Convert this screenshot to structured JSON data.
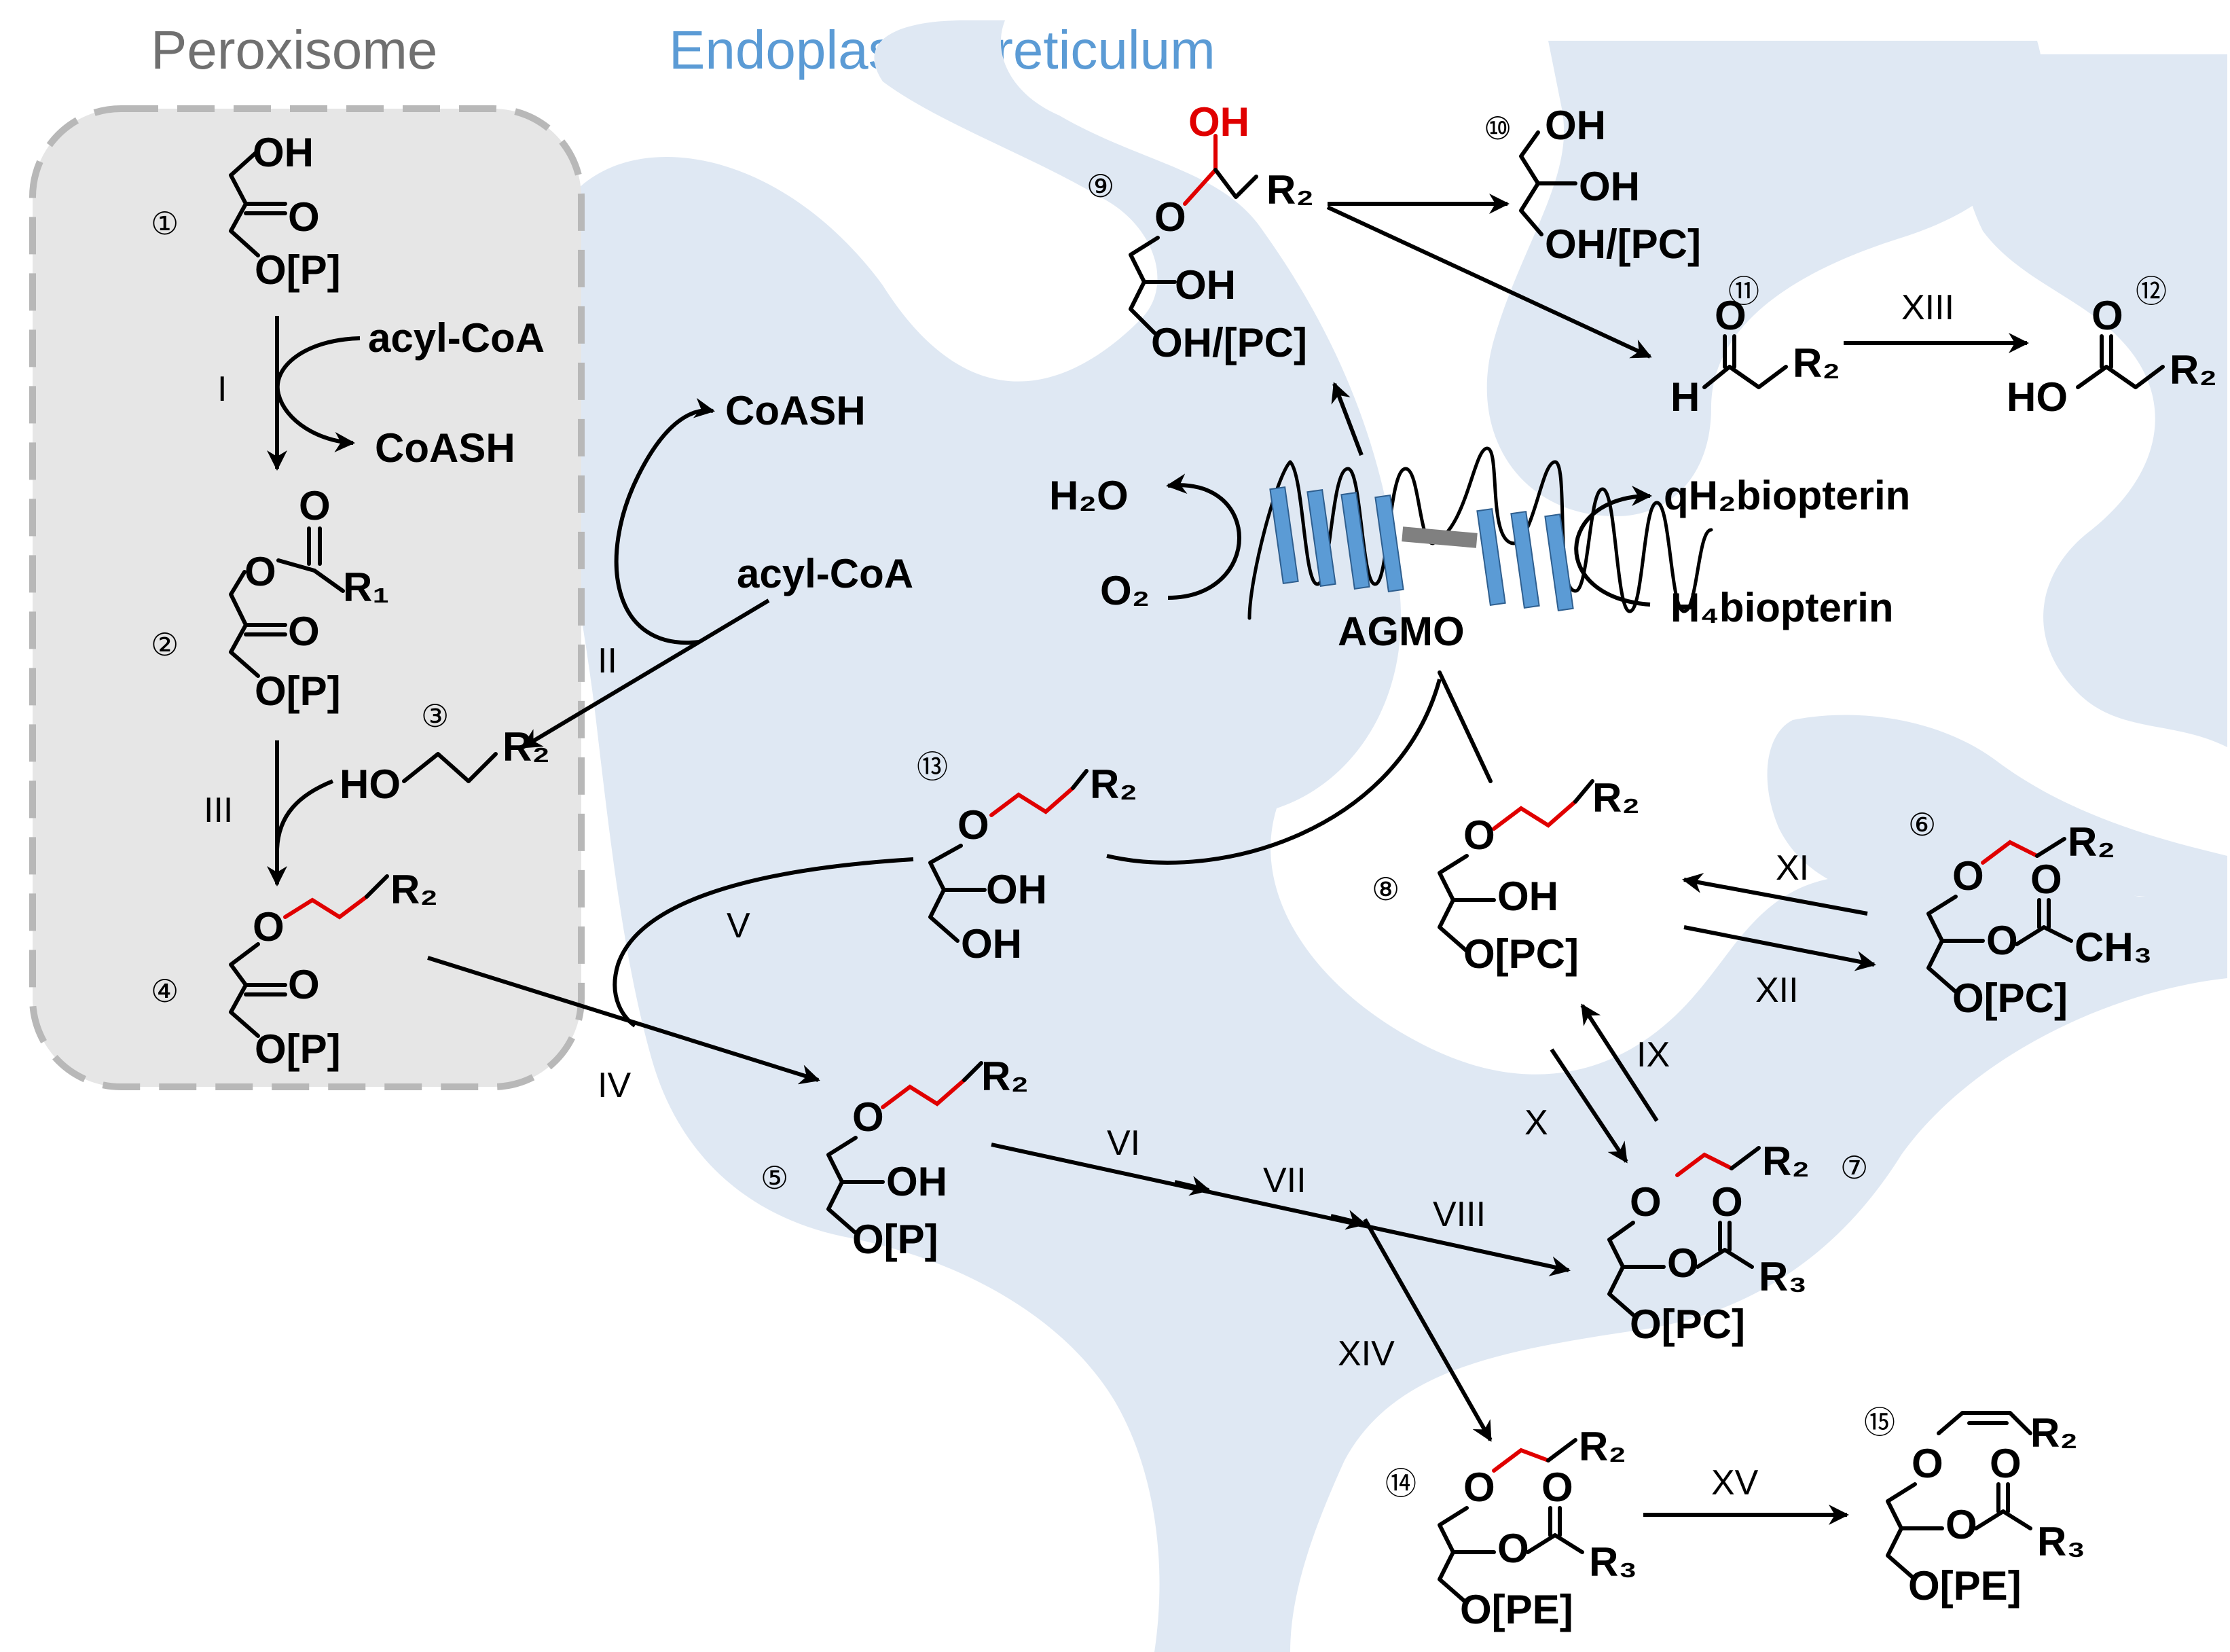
{
  "compartments": {
    "peroxisome": "Peroxisome",
    "er": "Endoplasmic reticulum"
  },
  "enzyme": "AGMO",
  "compound_numbers": [
    "①",
    "②",
    "③",
    "④",
    "⑤",
    "⑥",
    "⑦",
    "⑧",
    "⑨",
    "⑩",
    "⑪",
    "⑫",
    "⑬",
    "⑭",
    "⑮"
  ],
  "steps": [
    "I",
    "II",
    "III",
    "IV",
    "V",
    "VI",
    "VII",
    "VIII",
    "IX",
    "X",
    "XI",
    "XII",
    "XIII",
    "XIV",
    "XV"
  ],
  "reagents": {
    "acyl_coa": "acyl-CoA",
    "coash": "CoASH",
    "h2o": "H₂O",
    "o2": "O₂",
    "qh2biopterin": "qH₂biopterin",
    "h4biopterin": "H₄biopterin"
  },
  "groups": {
    "oh": "OH",
    "o": "O",
    "op": "O[P]",
    "opc": "O[PC]",
    "ope": "O[PE]",
    "oh_pc": "OH/[PC]",
    "ho": "HO",
    "h": "H",
    "r1": "R₁",
    "r2": "R₂",
    "r3": "R₃",
    "ch3": "CH₃"
  },
  "colors": {
    "er_shape": "#dfe8f3",
    "peroxisome_fill": "#e6e6e6",
    "peroxisome_border": "#b8b8b8",
    "peroxisome_title": "#707070",
    "er_title": "#5b9bd5",
    "helix": "#5b9bd5",
    "highlight_bond": "#e00000"
  }
}
